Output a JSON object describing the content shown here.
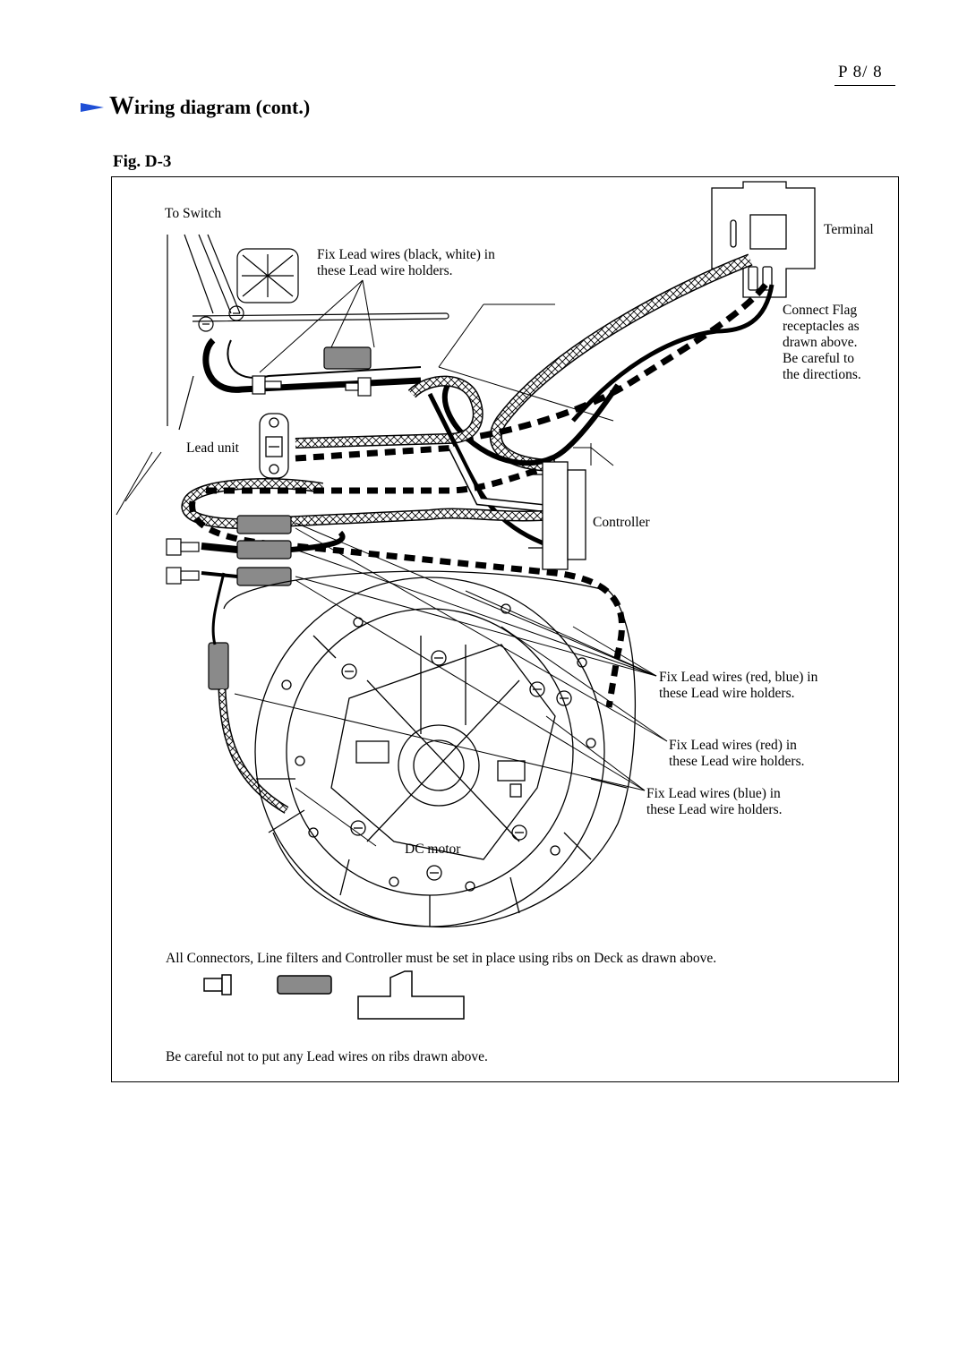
{
  "header": {
    "page_number": "P  8/ 8",
    "title_initial": "W",
    "title_rest": "iring diagram (cont.)",
    "figure_label": "Fig. D-3"
  },
  "labels": {
    "to_switch": "To Switch",
    "terminal": "Terminal",
    "fix_black_white_1": "Fix Lead wires (black, white) in",
    "fix_black_white_2": "these Lead wire holders.",
    "connect_flag_1": "Connect Flag",
    "connect_flag_2": "receptacles as",
    "connect_flag_3": "drawn above.",
    "connect_flag_4": "Be careful to",
    "connect_flag_5": "the directions.",
    "lead_unit": "Lead unit",
    "controller": "Controller",
    "fix_red_blue_1": "Fix Lead wires (red, blue) in",
    "fix_red_blue_2": "these Lead wire holders.",
    "fix_red_1": "Fix Lead wires (red) in",
    "fix_red_2": "these Lead wire holders.",
    "fix_blue_1": "Fix Lead wires (blue) in",
    "fix_blue_2": "these Lead wire holders.",
    "dc_motor": "DC motor"
  },
  "notes": {
    "ribs_note": "All Connectors, Line filters and Controller must be set in place using ribs on Deck as drawn above.",
    "careful_note": "Be careful not to put any Lead wires on ribs drawn above."
  },
  "colors": {
    "ink": "#000000",
    "title_arrow": "#1f4fd6",
    "filter_fill": "#8a8a8a"
  }
}
